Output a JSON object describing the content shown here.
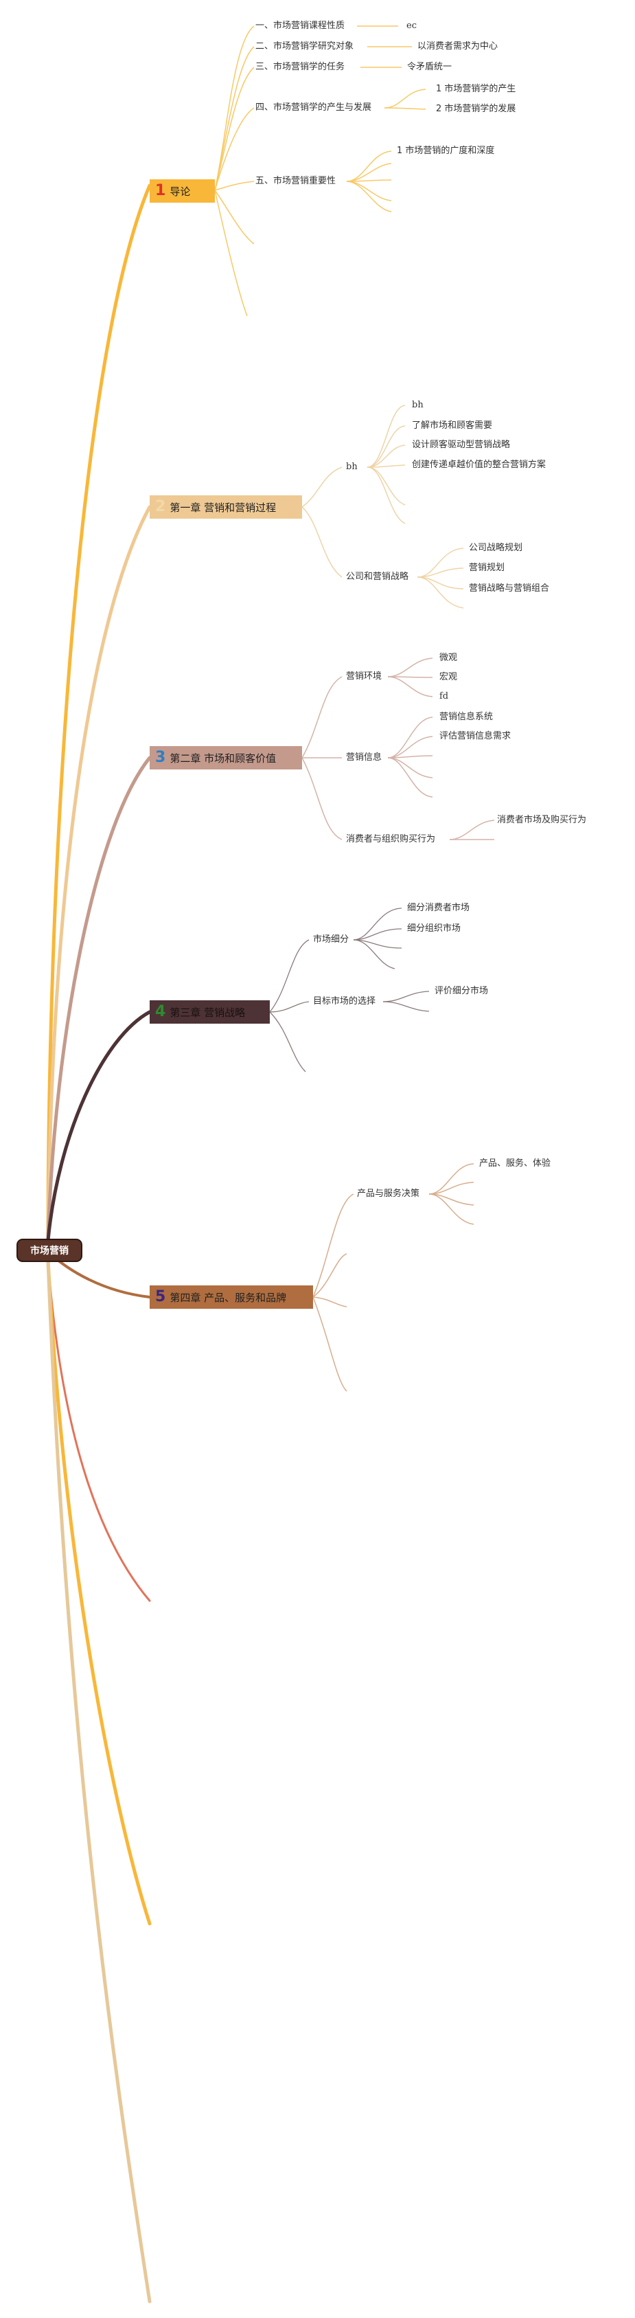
{
  "root": {
    "label": "市场营销"
  },
  "branches": [
    {
      "num": "1",
      "label": "导论",
      "color": "#f8b739",
      "num_color": "#e0302a",
      "topics": [
        {
          "label": "一、市场营销课程性质",
          "children": [
            "ec"
          ]
        },
        {
          "label": "二、市场营销学研究对象",
          "children": [
            "以消费者需求为中心"
          ]
        },
        {
          "label": "三、市场营销学的任务",
          "children": [
            "令矛盾统一"
          ]
        },
        {
          "label": "四、市场营销学的产生与发展",
          "children": [
            "1 市场营销学的产生",
            "2 市场营销学的发展"
          ]
        },
        {
          "label": "五、市场营销重要性",
          "children": [
            "1 市场营销的广度和深度"
          ]
        }
      ]
    },
    {
      "num": "2",
      "label": "第一章 营销和营销过程",
      "color": "#efc993",
      "num_color": "#f2d9a8",
      "topics": [
        {
          "label": "bh",
          "children": [
            "bh",
            "了解市场和顾客需要",
            "设计顾客驱动型营销战略",
            "创建传递卓越价值的整合营销方案"
          ]
        },
        {
          "label": "公司和营销战略",
          "children": [
            "公司战略规划",
            "营销规划",
            "营销战略与营销组合"
          ]
        }
      ]
    },
    {
      "num": "3",
      "label": "第二章 市场和顾客价值",
      "color": "#c49a8c",
      "num_color": "#2e7fc6",
      "topics": [
        {
          "label": "营销环境",
          "children": [
            "微观",
            "宏观",
            "fd"
          ]
        },
        {
          "label": "营销信息",
          "children": [
            "营销信息系统",
            "评估营销信息需求"
          ]
        },
        {
          "label": "消费者与组织购买行为",
          "children": [
            "消费者市场及购买行为"
          ]
        }
      ]
    },
    {
      "num": "4",
      "label": "第三章 营销战略",
      "color": "#4d3336",
      "num_color": "#2e8b2e",
      "topics": [
        {
          "label": "市场细分",
          "children": [
            "细分消费者市场",
            "细分组织市场"
          ]
        },
        {
          "label": "目标市场的选择",
          "children": [
            "评价细分市场"
          ]
        }
      ]
    },
    {
      "num": "5",
      "label": "第四章 产品、服务和品牌",
      "color": "#b06d3f",
      "num_color": "#3a2580",
      "topics": [
        {
          "label": "产品与服务决策",
          "children": [
            "产品、服务、体验"
          ]
        }
      ]
    }
  ]
}
